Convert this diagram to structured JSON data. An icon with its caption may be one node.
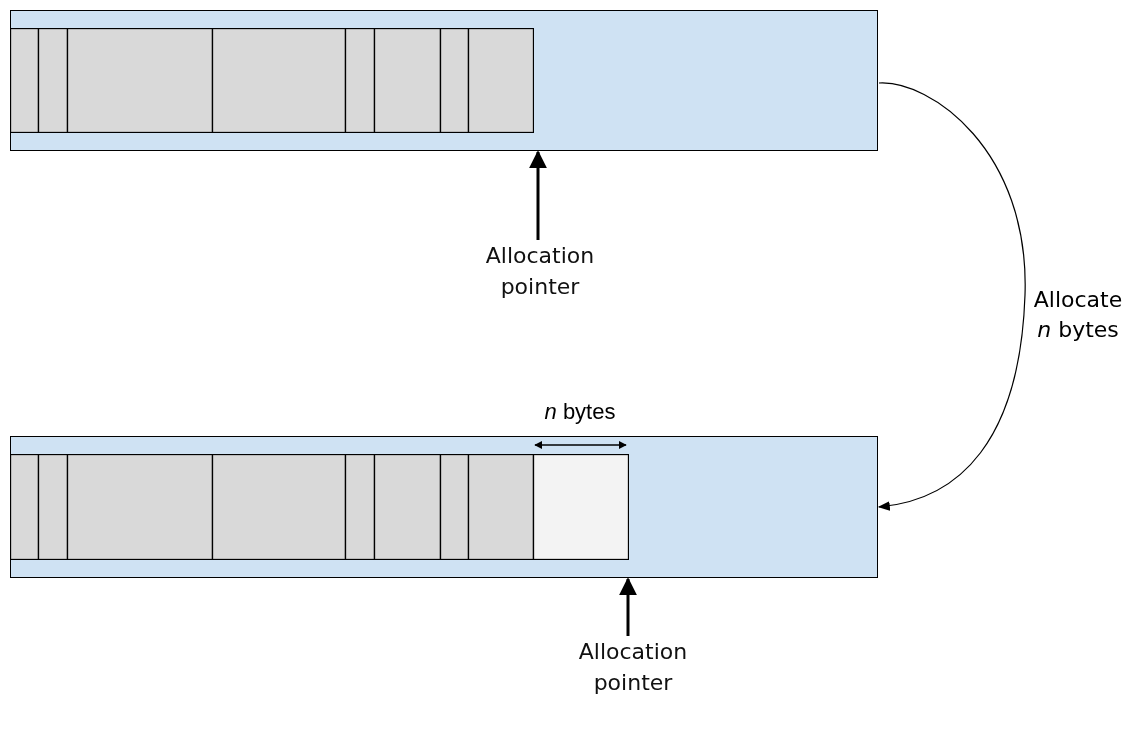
{
  "diagram": {
    "nodes": [
      {
        "text": [],
        "shape": "bar"
      },
      {
        "text": [
          "Allocation pointer"
        ]
      },
      {
        "text": [],
        "shape": "bar"
      },
      {
        "text": [
          "Allocation pointer"
        ]
      }
    ],
    "edges": [
      {
        "from": 1,
        "to": 0,
        "arrow": "to"
      },
      {
        "from": 0,
        "to": 2,
        "arrow": "to",
        "label": "Allocate *n* bytes"
      },
      {
        "from": 3,
        "to": 2,
        "arrow": "to"
      }
    ],
    "labels": [
      "*n* bytes"
    ]
  }
}
